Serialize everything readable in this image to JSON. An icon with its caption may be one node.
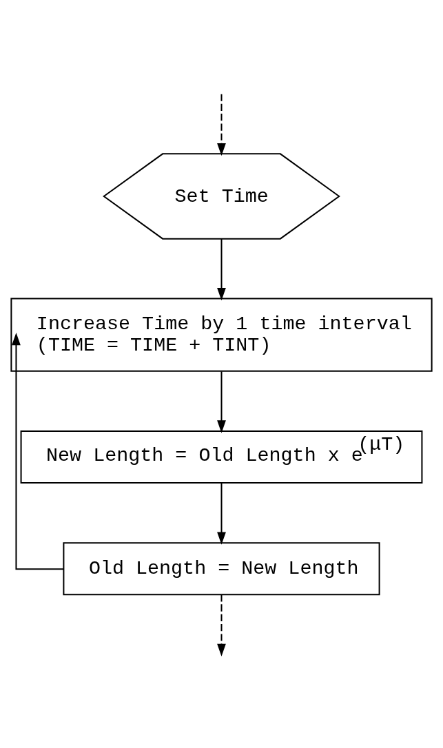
{
  "diagram": {
    "nodes": [
      {
        "text": [
          "Set Time"
        ]
      },
      {
        "text": [
          "Increase Time by 1 time interval",
          "(TIME = TIME + TINT)"
        ]
      },
      {
        "text": [
          "New Length = Old Length x e$^{(μT)}$"
        ]
      },
      {
        "text": [
          "Old Length = New Length"
        ]
      }
    ],
    "edges": [
      {
        "from": null,
        "to": 0,
        "arrow": "to",
        "style": "dashed"
      },
      {
        "from": 0,
        "to": 1,
        "arrow": "to"
      },
      {
        "from": 1,
        "to": 2,
        "arrow": "to"
      },
      {
        "from": 2,
        "to": 3,
        "arrow": "to"
      },
      {
        "from": 3,
        "to": 1,
        "arrow": "to"
      },
      {
        "from": 3,
        "to": null,
        "arrow": "to",
        "style": "dashed"
      }
    ]
  }
}
